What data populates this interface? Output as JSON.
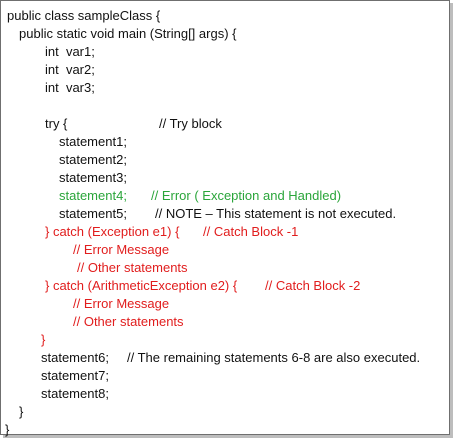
{
  "colors": {
    "default": "#111111",
    "green": "#2aa53a",
    "red": "#e11d1d",
    "border": "#6f6f6f",
    "shadow": "#bdbdbd"
  },
  "code": {
    "l1": "public class sampleClass {",
    "l2": "public static void main (String[] args) {",
    "l3": "int  var1;",
    "l4": "int  var2;",
    "l5": "int  var3;",
    "try_open": "try {",
    "try_comment": "// Try block",
    "s1": "statement1;",
    "s2": "statement2;",
    "s3": "statement3;",
    "s4": "statement4;",
    "s4_comment": "// Error ( Exception and Handled)",
    "s5": "statement5;",
    "s5_comment": "// NOTE – This statement is not executed.",
    "catch1": "} catch (Exception e1) {",
    "catch1_comment": "// Catch Block -1",
    "err1": "// Error Message",
    "other1": "// Other statements",
    "catch2": "} catch (ArithmeticException e2) {",
    "catch2_comment": "// Catch Block -2",
    "err2": "// Error Message",
    "other2": "// Other statements",
    "close_catch": "}",
    "s6": "statement6;",
    "s6_comment": "// The remaining statements 6-8 are also executed.",
    "s7": "statement7;",
    "s8": "statement8;",
    "close_main": "}",
    "close_class": "}"
  }
}
